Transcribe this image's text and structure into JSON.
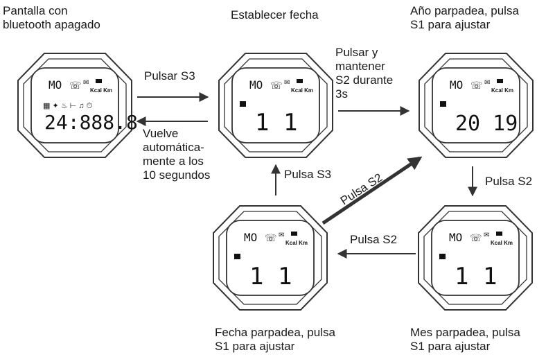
{
  "captions": {
    "bt_off": "Pantalla con\nbluetooth apagado",
    "set_date": "Establecer fecha",
    "year_blink": "Año parpadea, pulsa\nS1 para ajustar",
    "date_blink": "Fecha parpadea, pulsa\nS1 para ajustar",
    "month_blink": "Mes parpadea, pulsa\nS1 para ajustar"
  },
  "arrows": {
    "press_s3": "Pulsar S3",
    "auto_return": "Vuelve\nautomática-\nmente a los\n10 segundos",
    "hold_s2": "Pulsar y\nmantener\nS2 durante\n3s",
    "press_s2_down": "Pulsa S2",
    "press_s2_left": "Pulsa S2",
    "press_s3_up": "Pulsa S3",
    "press_s2_diag": "Pulsa S2"
  },
  "watches": {
    "w1": {
      "top": "MO",
      "units": "Kcal Km",
      "digits": "24:888.8"
    },
    "w2": {
      "top": "MO",
      "units": "Kcal Km",
      "digits": "1  1"
    },
    "w3": {
      "top": "MO",
      "units": "Kcal Km",
      "digits": "20 19"
    },
    "w4": {
      "top": "MO",
      "units": "Kcal Km",
      "digits": "1  1"
    },
    "w5": {
      "top": "MO",
      "units": "Kcal Km",
      "digits": "1  1"
    }
  },
  "colors": {
    "ink": "#222222",
    "lcd": "#111111"
  }
}
